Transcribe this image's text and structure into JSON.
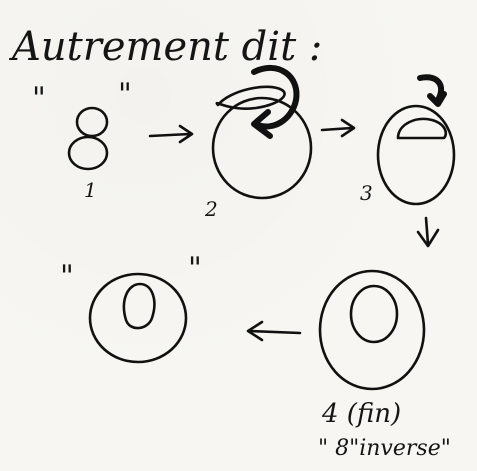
{
  "title": "Autrement dit :",
  "quote_left": "\"",
  "quote_right": "\"",
  "step_labels": {
    "one": "1",
    "two": "2",
    "three": "3",
    "four": "4 (fin)"
  },
  "eight_label": "8",
  "inverse_label": "\" 8\"inverse\""
}
